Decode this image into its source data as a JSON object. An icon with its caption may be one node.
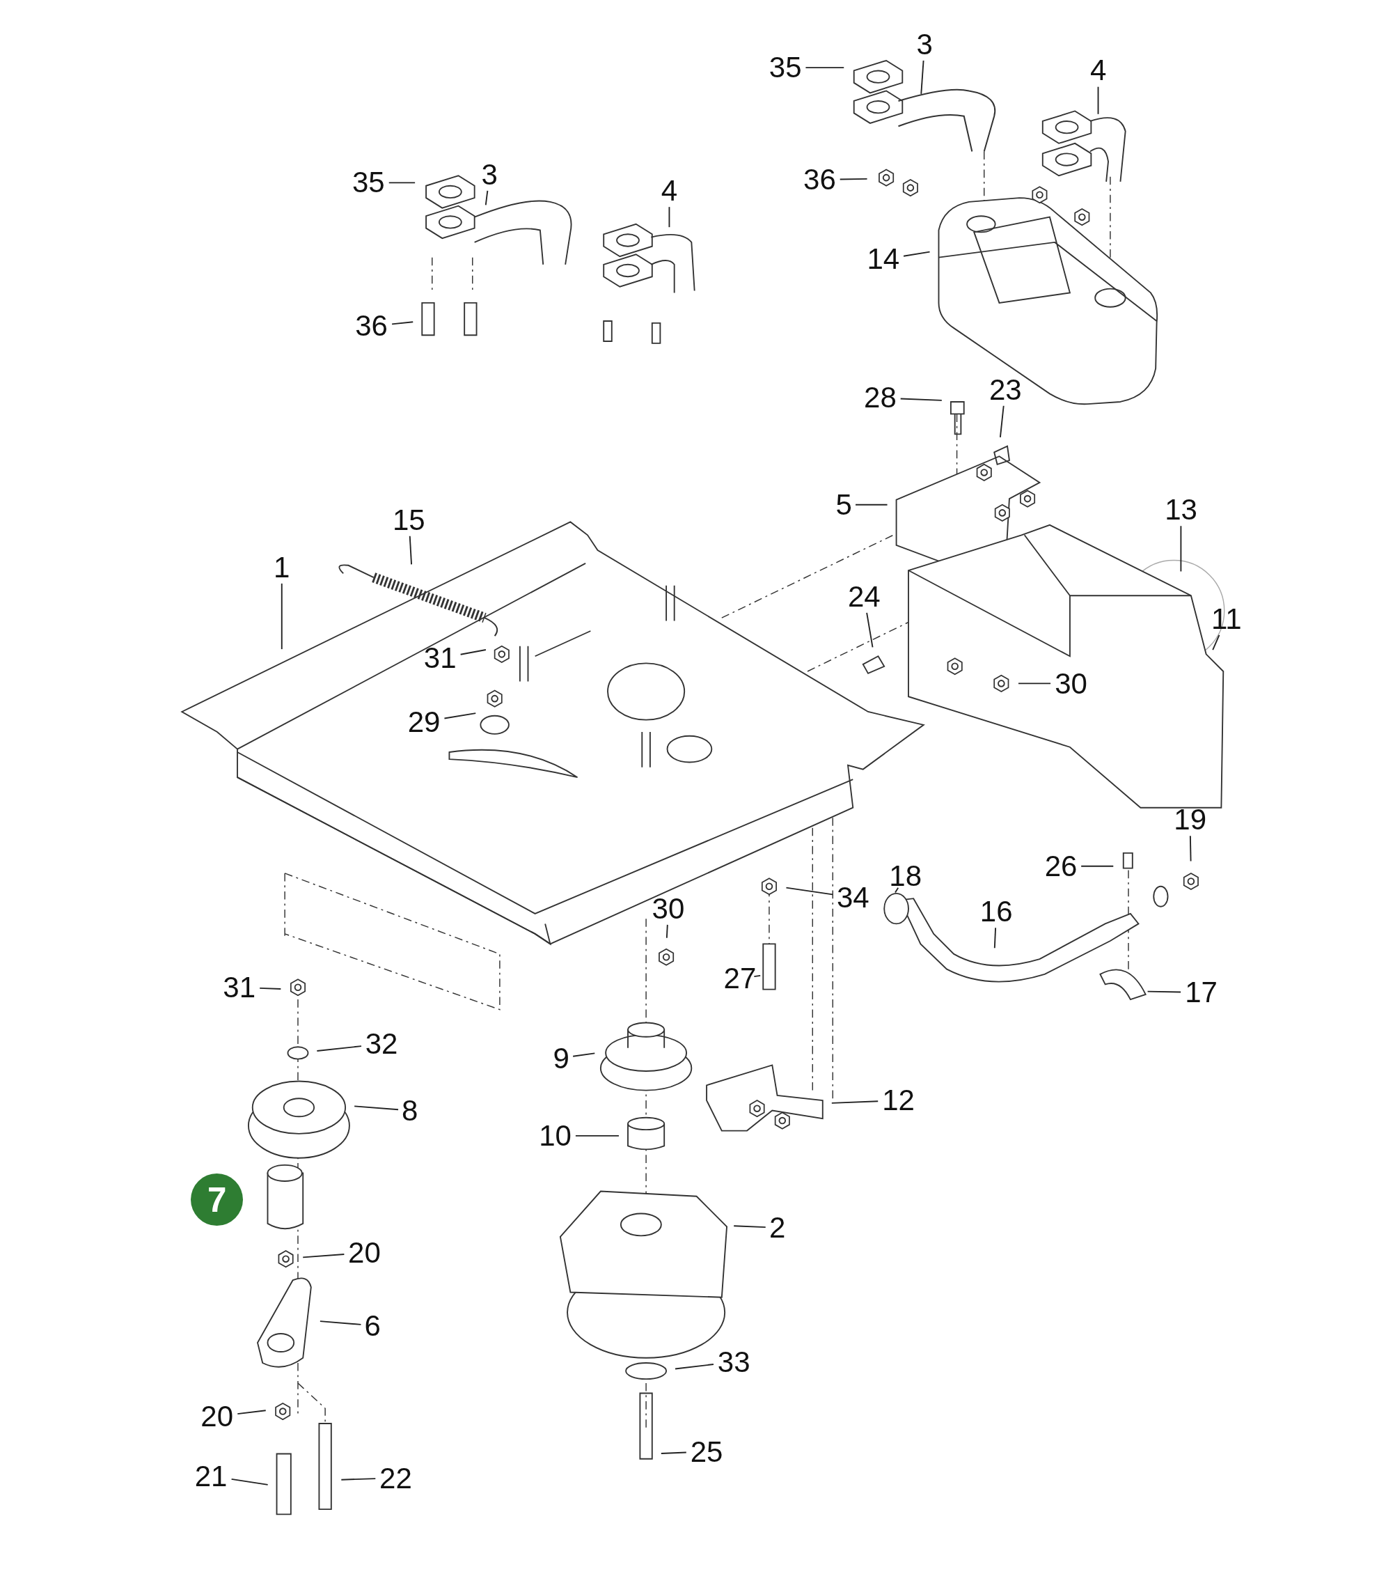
{
  "diagram": {
    "nodes": [
      {
        "text": [
          "35"
        ]
      },
      {
        "text": [
          "3"
        ]
      },
      {
        "text": [
          "4"
        ]
      },
      {
        "text": [
          "35"
        ]
      },
      {
        "text": [
          "3"
        ]
      },
      {
        "text": [
          "4"
        ]
      },
      {
        "text": [
          "36"
        ]
      },
      {
        "text": [
          "14"
        ]
      },
      {
        "text": [
          "36"
        ]
      },
      {
        "text": [
          "28"
        ]
      },
      {
        "text": [
          "23"
        ]
      },
      {
        "text": [
          "5"
        ]
      },
      {
        "text": [
          "13"
        ]
      },
      {
        "text": [
          "15"
        ]
      },
      {
        "text": [
          "1"
        ]
      },
      {
        "text": [
          "24"
        ]
      },
      {
        "text": [
          "11"
        ]
      },
      {
        "text": [
          "31"
        ]
      },
      {
        "text": [
          "30"
        ]
      },
      {
        "text": [
          "29"
        ]
      },
      {
        "text": [
          "19"
        ]
      },
      {
        "text": [
          "26"
        ]
      },
      {
        "text": [
          "18"
        ]
      },
      {
        "text": [
          "34"
        ]
      },
      {
        "text": [
          "16"
        ]
      },
      {
        "text": [
          "30"
        ]
      },
      {
        "text": [
          "31"
        ]
      },
      {
        "text": [
          "27"
        ]
      },
      {
        "text": [
          "17"
        ]
      },
      {
        "text": [
          "32"
        ]
      },
      {
        "text": [
          "9"
        ]
      },
      {
        "text": [
          "8"
        ]
      },
      {
        "text": [
          "12"
        ]
      },
      {
        "text": [
          "10"
        ]
      },
      {
        "text": [
          "7"
        ]
      },
      {
        "text": [
          "2"
        ]
      },
      {
        "text": [
          "20"
        ]
      },
      {
        "text": [
          "6"
        ]
      },
      {
        "text": [
          "33"
        ]
      },
      {
        "text": [
          "20"
        ]
      },
      {
        "text": [
          "25"
        ]
      },
      {
        "text": [
          "21"
        ]
      },
      {
        "text": [
          "22"
        ]
      }
    ],
    "edges": [
      {
        "from": 0,
        "to": null,
        "arrow": "none"
      },
      {
        "from": 1,
        "to": null,
        "arrow": "none"
      },
      {
        "from": 2,
        "to": null,
        "arrow": "none"
      },
      {
        "from": 3,
        "to": null,
        "arrow": "none"
      },
      {
        "from": 4,
        "to": null,
        "arrow": "none"
      },
      {
        "from": 5,
        "to": null,
        "arrow": "none"
      },
      {
        "from": 6,
        "to": null,
        "arrow": "none"
      },
      {
        "from": 7,
        "to": null,
        "arrow": "none"
      },
      {
        "from": 8,
        "to": null,
        "arrow": "none"
      },
      {
        "from": 9,
        "to": null,
        "arrow": "none"
      },
      {
        "from": 10,
        "to": null,
        "arrow": "none"
      },
      {
        "from": 11,
        "to": null,
        "arrow": "none"
      },
      {
        "from": 12,
        "to": null,
        "arrow": "none"
      },
      {
        "from": 13,
        "to": null,
        "arrow": "none"
      },
      {
        "from": 14,
        "to": null,
        "arrow": "none"
      },
      {
        "from": 15,
        "to": null,
        "arrow": "none"
      },
      {
        "from": 16,
        "to": null,
        "arrow": "none"
      },
      {
        "from": 17,
        "to": null,
        "arrow": "none"
      },
      {
        "from": 18,
        "to": null,
        "arrow": "none"
      },
      {
        "from": 19,
        "to": null,
        "arrow": "none"
      },
      {
        "from": 20,
        "to": null,
        "arrow": "none"
      },
      {
        "from": 21,
        "to": null,
        "arrow": "none"
      },
      {
        "from": 22,
        "to": null,
        "arrow": "none"
      },
      {
        "from": 23,
        "to": null,
        "arrow": "none"
      },
      {
        "from": 24,
        "to": null,
        "arrow": "none"
      },
      {
        "from": 25,
        "to": null,
        "arrow": "none"
      },
      {
        "from": 26,
        "to": null,
        "arrow": "none"
      },
      {
        "from": 27,
        "to": null,
        "arrow": "none"
      },
      {
        "from": 28,
        "to": null,
        "arrow": "none"
      },
      {
        "from": 29,
        "to": null,
        "arrow": "none"
      },
      {
        "from": 30,
        "to": null,
        "arrow": "none"
      },
      {
        "from": 31,
        "to": null,
        "arrow": "none"
      },
      {
        "from": 32,
        "to": null,
        "arrow": "none"
      },
      {
        "from": 33,
        "to": null,
        "arrow": "none"
      },
      {
        "from": 35,
        "to": null,
        "arrow": "none"
      },
      {
        "from": 36,
        "to": null,
        "arrow": "none"
      },
      {
        "from": 37,
        "to": null,
        "arrow": "none"
      },
      {
        "from": 38,
        "to": null,
        "arrow": "none"
      },
      {
        "from": 39,
        "to": null,
        "arrow": "none"
      },
      {
        "from": 40,
        "to": null,
        "arrow": "none"
      },
      {
        "from": 41,
        "to": null,
        "arrow": "none"
      },
      {
        "from": 42,
        "to": null,
        "arrow": "none"
      }
    ]
  }
}
